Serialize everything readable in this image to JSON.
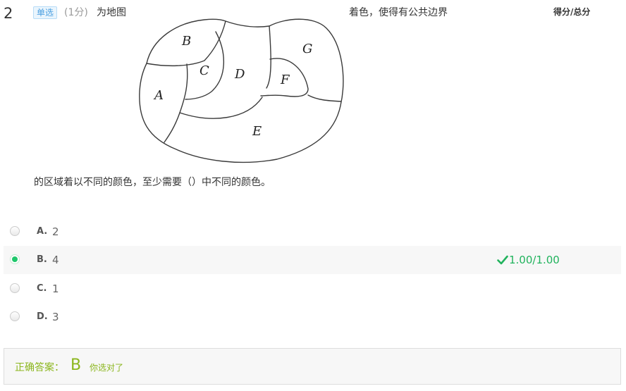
{
  "question": {
    "number": "2",
    "type_badge": "单选",
    "score": "(1分)",
    "text_part1": "为地图",
    "text_part2": "着色，使得有公共边界",
    "text_part3": "的区域着以不同的颜色，至少需要（）中不同的颜色。",
    "score_header": "得分/总分"
  },
  "map_figure": {
    "region_labels": [
      "A",
      "B",
      "C",
      "D",
      "E",
      "F",
      "G"
    ]
  },
  "options": [
    {
      "letter": "A.",
      "text": "2",
      "selected": false,
      "score": ""
    },
    {
      "letter": "B.",
      "text": "4",
      "selected": true,
      "score": "1.00/1.00"
    },
    {
      "letter": "C.",
      "text": "1",
      "selected": false,
      "score": ""
    },
    {
      "letter": "D.",
      "text": "3",
      "selected": false,
      "score": ""
    }
  ],
  "answer": {
    "label": "正确答案：",
    "letter": "B",
    "note": "你选对了"
  },
  "colors": {
    "correct_green": "#21b35d",
    "answer_olive": "#8bb61d",
    "badge_blue": "#4a9fe0"
  },
  "icons": {
    "score_icon": "check-icon",
    "option_control": "radio-icon"
  }
}
